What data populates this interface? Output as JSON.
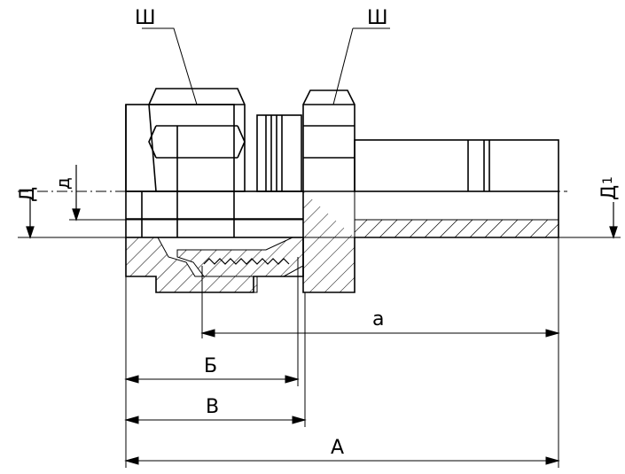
{
  "labels": {
    "hex_nut_left": "Ш",
    "hex_nut_right": "Ш",
    "diameter_D": "Д",
    "diameter_d": "д",
    "diameter_D1_main": "Д",
    "diameter_D1_sub": "1",
    "dim_a": "a",
    "dim_B": "Б",
    "dim_V": "В",
    "dim_A": "А"
  },
  "colors": {
    "line": "#000000",
    "background": "#ffffff"
  }
}
